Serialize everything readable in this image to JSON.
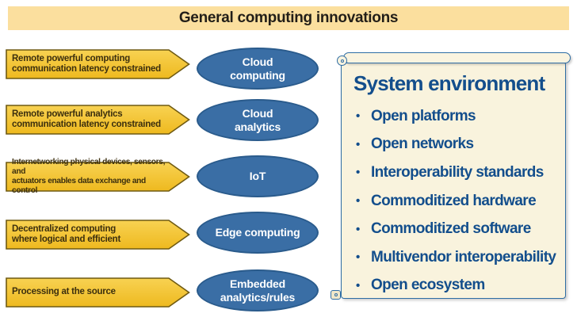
{
  "title": "General computing innovations",
  "rows": [
    {
      "arrow_line1": "Remote powerful computing",
      "arrow_line2": "communication latency constrained",
      "node_line1": "Cloud",
      "node_line2": "computing"
    },
    {
      "arrow_line1": "Remote powerful analytics",
      "arrow_line2": "communication latency constrained",
      "node_line1": "Cloud",
      "node_line2": "analytics"
    },
    {
      "arrow_line1": "Internetworking physical devices, sensors, and",
      "arrow_line2": "actuators enables data exchange and control",
      "node_line1": "IoT",
      "node_line2": ""
    },
    {
      "arrow_line1": "Decentralized computing",
      "arrow_line2": "where logical and efficient",
      "node_line1": "Edge computing",
      "node_line2": ""
    },
    {
      "arrow_line1": "Processing at the source",
      "arrow_line2": "",
      "node_line1": "Embedded",
      "node_line2": "analytics/rules"
    }
  ],
  "panel": {
    "title": "System environment",
    "bullet": "•",
    "items": [
      "Open platforms",
      "Open networks",
      "Interoperability standards",
      "Commoditized hardware",
      "Commoditized software",
      "Multivendor interoperability",
      "Open ecosystem"
    ]
  },
  "colors": {
    "banner_bg": "#fbdf9e",
    "arrow_fill_top": "#f8d252",
    "arrow_fill_bottom": "#eeb91f",
    "arrow_border": "#6f5a12",
    "node_fill": "#3a6ea5",
    "node_border": "#2a5b8c",
    "panel_bg": "#f9f3dd",
    "panel_border": "#2e6da4",
    "panel_text": "#134e8c"
  }
}
